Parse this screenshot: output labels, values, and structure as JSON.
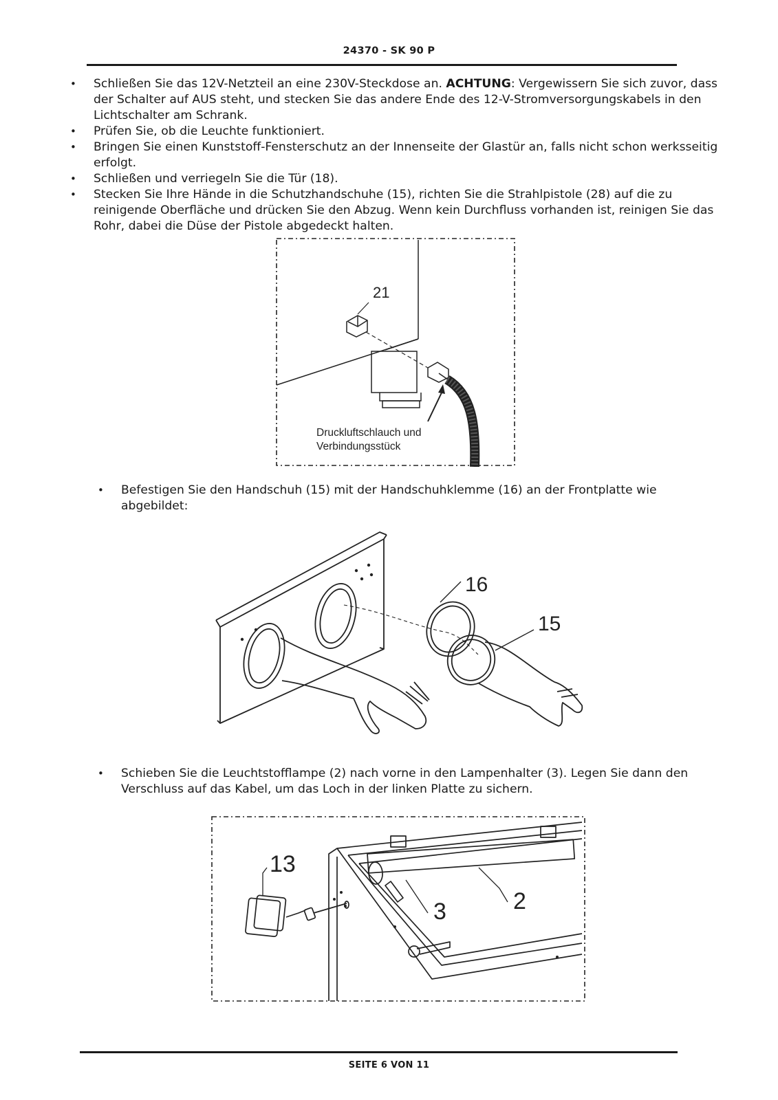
{
  "header": {
    "title": "24370 - SK 90 P"
  },
  "bullets_top": [
    {
      "before": "Schließen Sie das 12V-Netzteil an eine 230V-Steckdose an. ",
      "bold": "ACHTUNG",
      "after": ": Vergewissern Sie sich zuvor, dass der Schalter auf AUS steht, und stecken Sie das andere Ende des 12-V-Stromversorgungskabels in den Lichtschalter am Schrank."
    },
    {
      "text": "Prüfen Sie, ob die Leuchte funktioniert."
    },
    {
      "text": "Bringen Sie einen Kunststoff-Fensterschutz an der Innenseite der Glastür an, falls nicht schon werksseitig erfolgt."
    },
    {
      "text": "Schließen und verriegeln Sie die Tür (18)."
    },
    {
      "text": "Stecken Sie Ihre Hände in die Schutzhandschuhe (15), richten Sie die Strahlpistole (28) auf die zu reinigende Oberfläche und drücken Sie den Abzug. Wenn kein Durchfluss vorhanden ist, reinigen Sie das Rohr, dabei die Düse der Pistole abgedeckt halten."
    }
  ],
  "figure1": {
    "part_label": "21",
    "caption_line1": "Druckluftschlauch und",
    "caption_line2": "Verbindungsstück"
  },
  "bullet_glove": "Befestigen Sie den Handschuh (15) mit der Handschuhklemme (16) an der Frontplatte wie abgebildet:",
  "figure2": {
    "label_clamp": "16",
    "label_glove": "15"
  },
  "bullet_lamp": "Schieben Sie die Leuchtstofflampe (2) nach vorne in den Lampenhalter (3). Legen Sie dann den Verschluss auf das Kabel, um das Loch in der linken Platte zu sichern.",
  "figure3": {
    "label_power": "13",
    "label_holder": "3",
    "label_tube": "2"
  },
  "footer": {
    "page": "SEITE 6 VON 11"
  },
  "bullet_glyph": "•"
}
